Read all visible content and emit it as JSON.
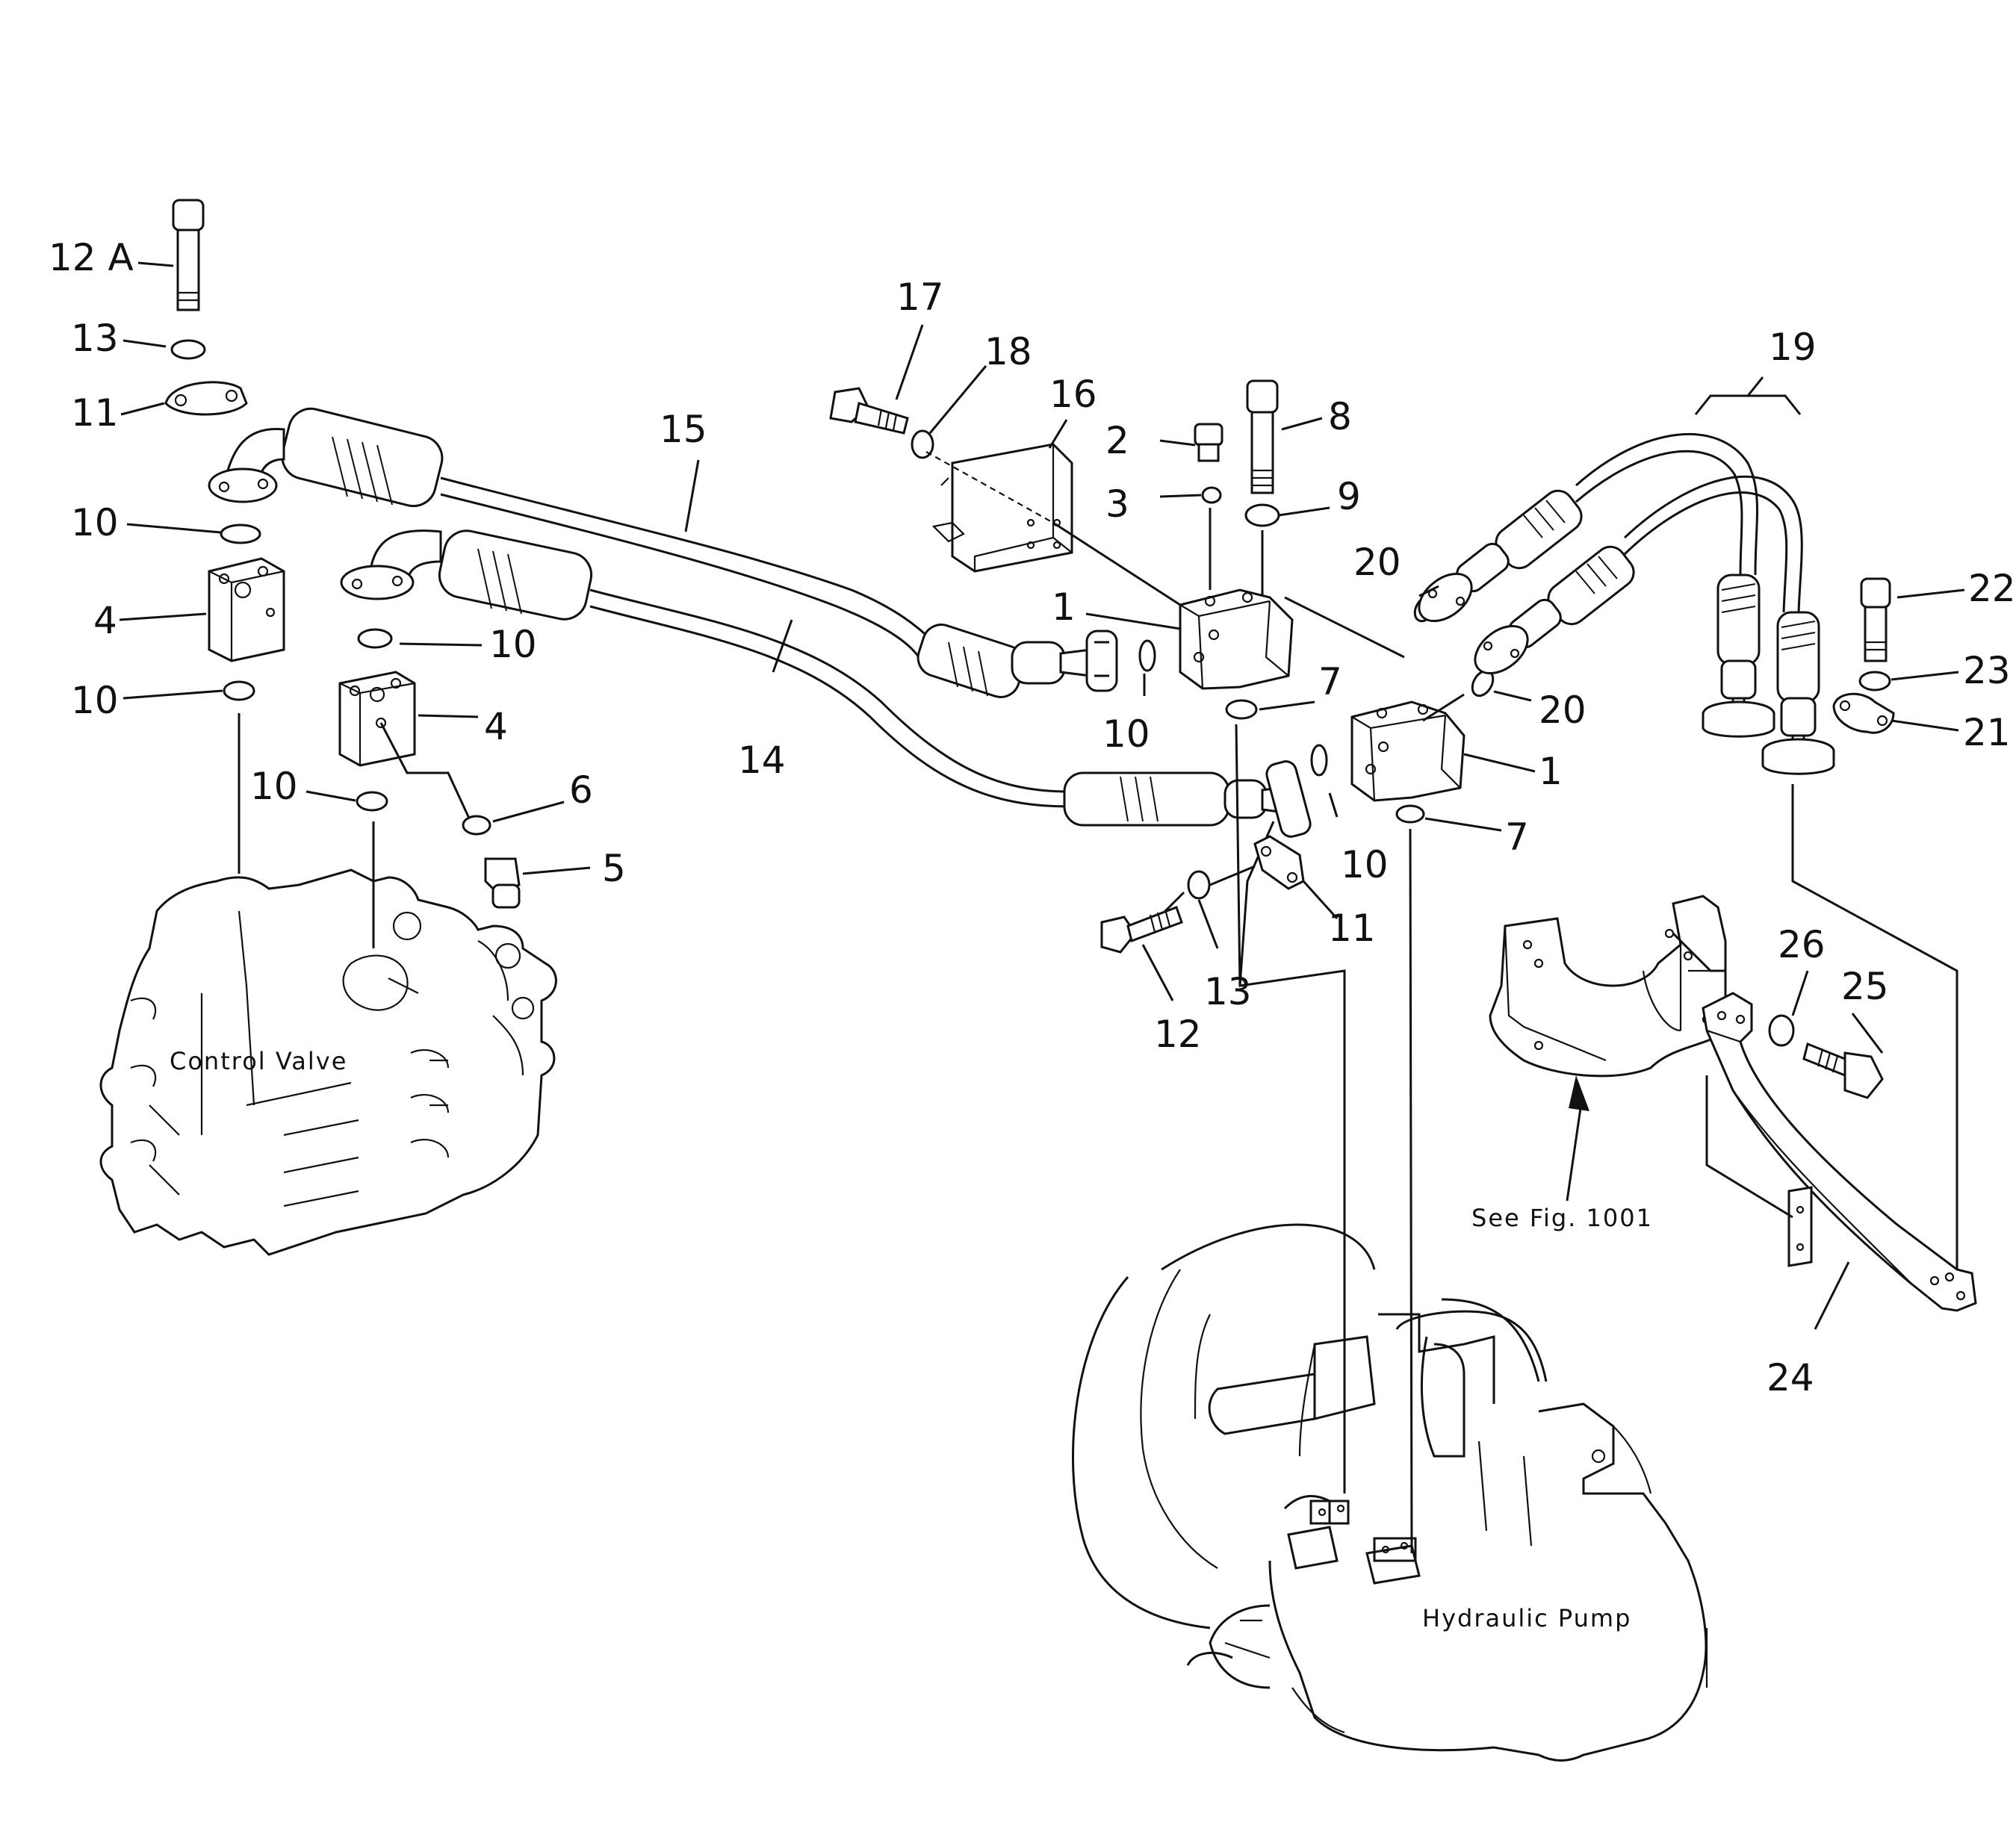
{
  "diagram": {
    "components": {
      "control_valve": "Control Valve",
      "hydraulic_pump": "Hydraulic Pump",
      "reference_note": "See Fig. 1001"
    },
    "callouts": {
      "c1a": "1",
      "c1b": "1",
      "c2": "2",
      "c3": "3",
      "c4a": "4",
      "c4b": "4",
      "c5": "5",
      "c6": "6",
      "c7a": "7",
      "c7b": "7",
      "c8": "8",
      "c9": "9",
      "c10a": "10",
      "c10b": "10",
      "c10c": "10",
      "c10d": "10",
      "c10e": "10",
      "c10f": "10",
      "c11a": "11",
      "c11b": "11",
      "c12": "12",
      "c12a": "12 A",
      "c13a": "13",
      "c13b": "13",
      "c14": "14",
      "c15": "15",
      "c16": "16",
      "c17": "17",
      "c18": "18",
      "c19": "19",
      "c20a": "20",
      "c20b": "20",
      "c21": "21",
      "c22": "22",
      "c23": "23",
      "c24": "24",
      "c25": "25",
      "c26": "26"
    }
  }
}
